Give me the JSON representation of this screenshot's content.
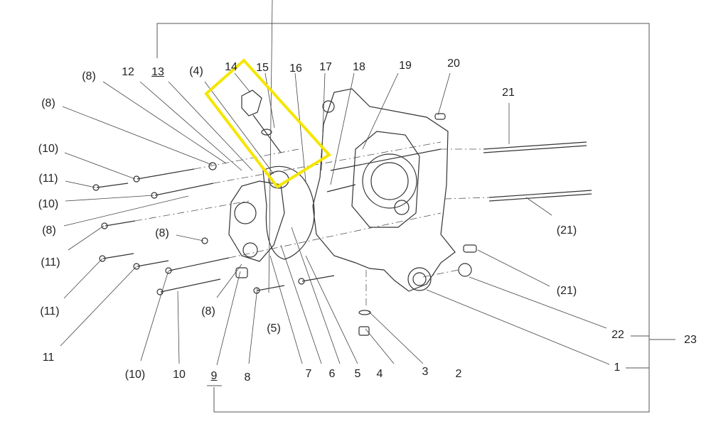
{
  "diagram": {
    "title": "Crankcase (left/right) exploded parts diagram",
    "highlight_color": "#f5e600",
    "highlighted_parts": [
      "14",
      "15"
    ],
    "callouts": [
      {
        "id": "c1",
        "text": "1",
        "underline": false
      },
      {
        "id": "c2",
        "text": "2",
        "underline": false
      },
      {
        "id": "c3",
        "text": "3",
        "underline": false
      },
      {
        "id": "c4",
        "text": "4",
        "underline": false
      },
      {
        "id": "c5",
        "text": "5",
        "underline": false
      },
      {
        "id": "c6",
        "text": "6",
        "underline": false
      },
      {
        "id": "c7",
        "text": "7",
        "underline": false
      },
      {
        "id": "c8",
        "text": "8",
        "underline": false
      },
      {
        "id": "c9",
        "text": "9",
        "underline": true
      },
      {
        "id": "c10",
        "text": "10",
        "underline": false
      },
      {
        "id": "c10p",
        "text": "(10)",
        "underline": false
      },
      {
        "id": "c11",
        "text": "11",
        "underline": false
      },
      {
        "id": "c11p_a",
        "text": "(11)",
        "underline": false
      },
      {
        "id": "c11p_b",
        "text": "(11)",
        "underline": false
      },
      {
        "id": "c11p_c",
        "text": "(11)",
        "underline": false
      },
      {
        "id": "c10p_a",
        "text": "(10)",
        "underline": false
      },
      {
        "id": "c10p_b",
        "text": "(10)",
        "underline": false
      },
      {
        "id": "c8p_a",
        "text": "(8)",
        "underline": false
      },
      {
        "id": "c8p_b",
        "text": "(8)",
        "underline": false
      },
      {
        "id": "c8p_c",
        "text": "(8)",
        "underline": false
      },
      {
        "id": "c8p_d",
        "text": "(8)",
        "underline": false
      },
      {
        "id": "c8p_e",
        "text": "(8)",
        "underline": false
      },
      {
        "id": "c5p",
        "text": "(5)",
        "underline": false
      },
      {
        "id": "c4p",
        "text": "(4)",
        "underline": false
      },
      {
        "id": "c12",
        "text": "12",
        "underline": false
      },
      {
        "id": "c13",
        "text": "13",
        "underline": true
      },
      {
        "id": "c14",
        "text": "14",
        "underline": false
      },
      {
        "id": "c15",
        "text": "15",
        "underline": false
      },
      {
        "id": "c16",
        "text": "16",
        "underline": false
      },
      {
        "id": "c17",
        "text": "17",
        "underline": false
      },
      {
        "id": "c18",
        "text": "18",
        "underline": false
      },
      {
        "id": "c19",
        "text": "19",
        "underline": false
      },
      {
        "id": "c20",
        "text": "20",
        "underline": false
      },
      {
        "id": "c21",
        "text": "21",
        "underline": false
      },
      {
        "id": "c21p_a",
        "text": "(21)",
        "underline": false
      },
      {
        "id": "c21p_b",
        "text": "(21)",
        "underline": false
      },
      {
        "id": "c22",
        "text": "22",
        "underline": false
      },
      {
        "id": "c23",
        "text": "23",
        "underline": false
      }
    ]
  }
}
